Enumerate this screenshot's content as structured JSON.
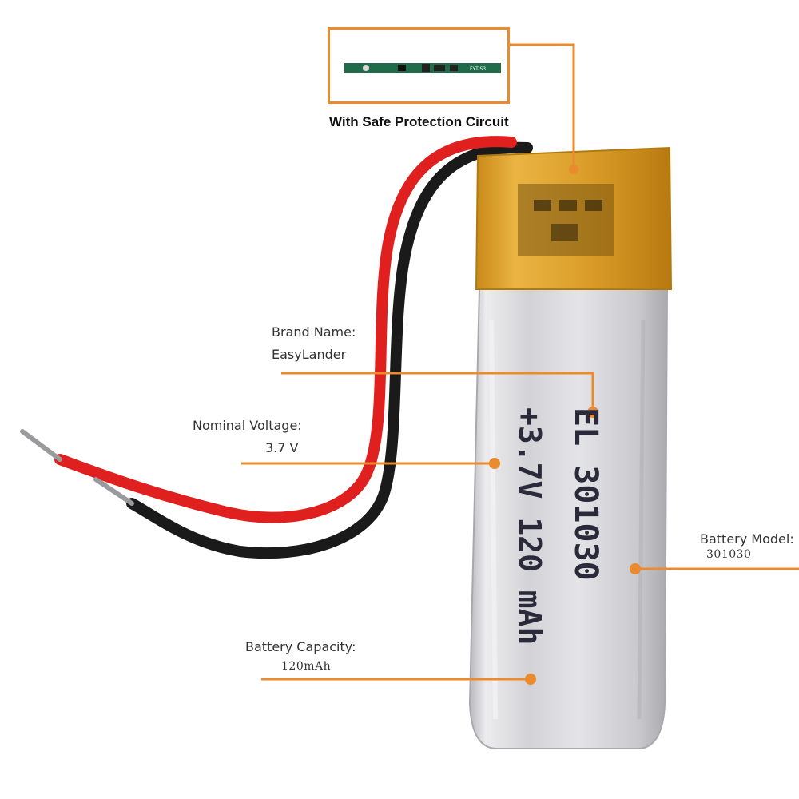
{
  "pcb_callout": {
    "title": "With Safe Protection Circuit",
    "board_marking": "FYT-S3"
  },
  "battery_print": {
    "line1": "EL 301030",
    "line2": "+3.7V 120 mAh"
  },
  "labels": {
    "brand": {
      "title": "Brand Name:",
      "value": "EasyLander"
    },
    "voltage": {
      "title": "Nominal Voltage:",
      "value": "3.7 V"
    },
    "model": {
      "title": "Battery Model:",
      "value": "301030"
    },
    "capacity": {
      "title": "Battery  Capacity:",
      "value": "120mAh"
    }
  },
  "colors": {
    "accent_orange": "#e98b2e",
    "kapton_tape": "#e0a82e",
    "cell_silver": "#d9d9dc",
    "wire_red": "#e0201e",
    "wire_black": "#1a1a1a",
    "pcb_green": "#1f6b4a"
  }
}
